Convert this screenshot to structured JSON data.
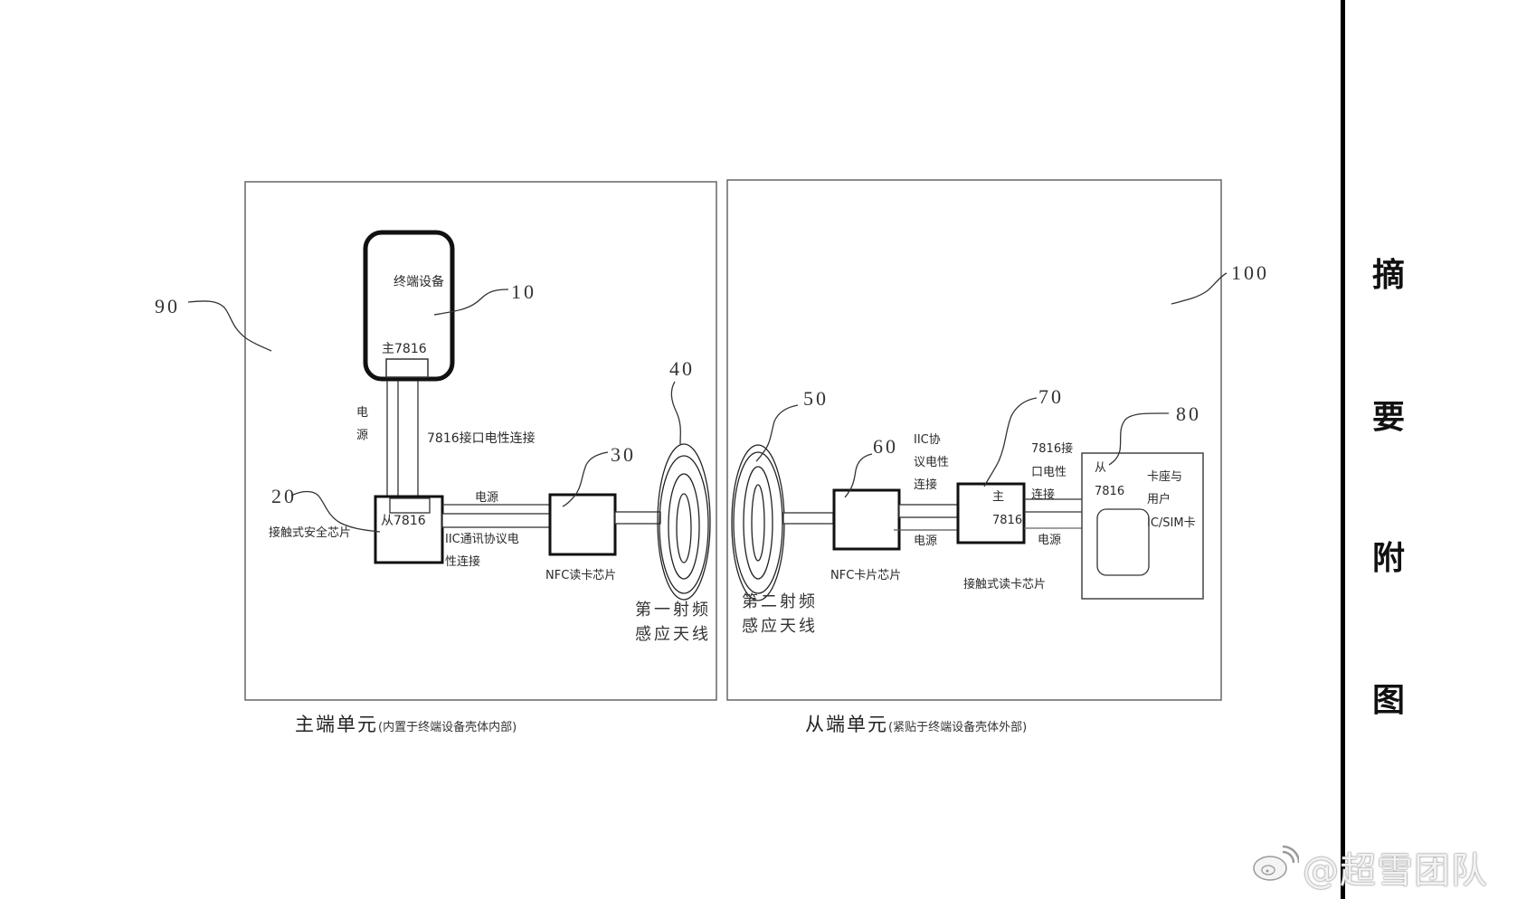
{
  "diagram": {
    "master_unit": {
      "ref": "90",
      "caption_main": "主端单元",
      "caption_sub": "(内置于终端设备壳体内部)"
    },
    "slave_unit": {
      "ref": "100",
      "caption_main": "从端单元",
      "caption_sub": "(紧贴于终端设备壳体外部)"
    },
    "components": {
      "terminal_device": {
        "ref": "10",
        "label": "终端设备",
        "port_label": "主7816"
      },
      "security_chip": {
        "ref": "20",
        "label": "接触式安全芯片",
        "port_label": "从7816"
      },
      "nfc_reader": {
        "ref": "30",
        "label": "NFC读卡芯片"
      },
      "antenna_1": {
        "ref": "40",
        "label_line1": "第一射频",
        "label_line2": "感应天线"
      },
      "antenna_2": {
        "ref": "50",
        "label_line1": "第二射频",
        "label_line2": "感应天线"
      },
      "nfc_card": {
        "ref": "60",
        "label": "NFC卡片芯片"
      },
      "contact_reader": {
        "ref": "70",
        "label": "接触式读卡芯片",
        "port_line1": "主",
        "port_line2": "7816"
      },
      "card_holder": {
        "ref": "80",
        "port_line1": "从",
        "port_line2": "7816",
        "label_line1": "卡座与",
        "label_line2": "用户",
        "label_line3": "IC/SIM卡"
      }
    },
    "connections": {
      "power_vertical_line1": "电",
      "power_vertical_line2": "源",
      "iface_7816": "7816接口电性连接",
      "power_left": "电源",
      "iic_left_line1": "IIC通讯协议电",
      "iic_left_line2": "性连接",
      "iic_right_line1": "IIC协",
      "iic_right_line2": "议电性",
      "iic_right_line3": "连接",
      "power_mid": "电源",
      "iface_7816_right_line1": "7816接",
      "iface_7816_right_line2": "口电性",
      "iface_7816_right_line3": "连接",
      "power_right": "电源"
    }
  },
  "sidebar": {
    "title_chars": [
      "摘",
      "要",
      "附",
      "图"
    ]
  },
  "watermark": {
    "text": "@超雪团队",
    "icon": "weibo-icon"
  }
}
